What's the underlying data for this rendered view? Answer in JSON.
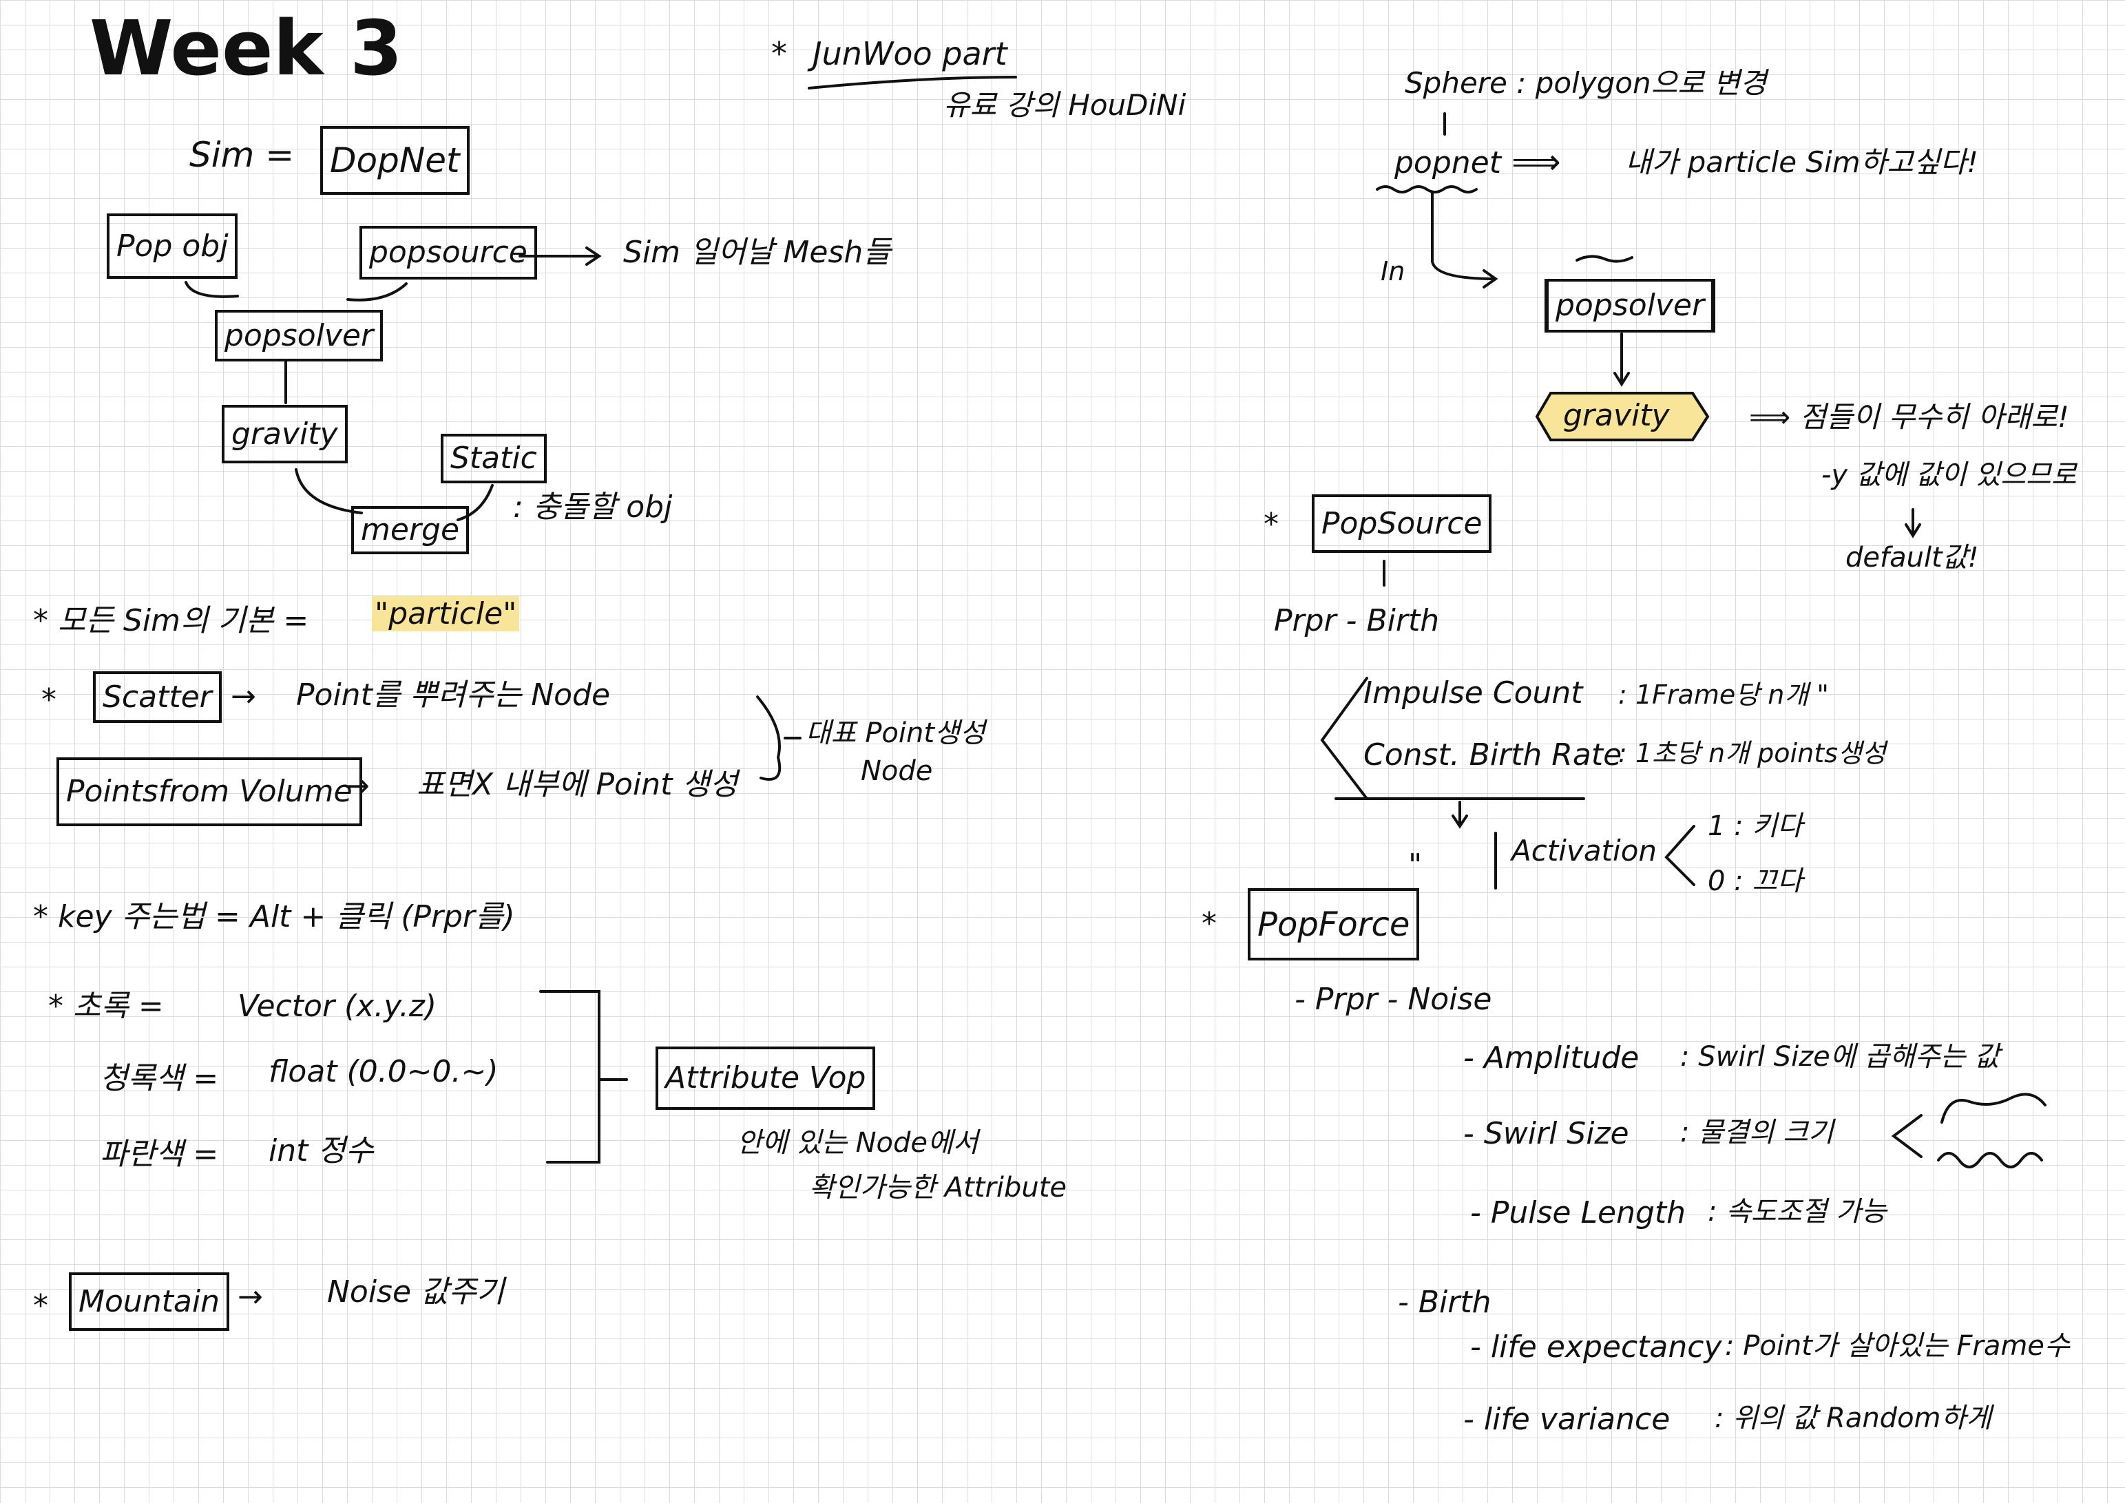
{
  "title": "Week 3",
  "header_note": {
    "bullet": "*",
    "title": "JunWoo part",
    "subtitle": "유료 강의 HouDiNi"
  },
  "left": {
    "sim_eq": {
      "lhs": "Sim =",
      "box": "DopNet"
    },
    "pop_obj": "Pop obj",
    "popsource": "popsource",
    "popsource_note": "Sim 일어날 Mesh들",
    "popsolver": "popsolver",
    "gravity": "gravity",
    "static": "Static",
    "static_note": ": 충돌할 obj",
    "merge": "merge",
    "particle_line": {
      "prefix": "* 모든 Sim의 기본 =",
      "value": "\"particle\""
    },
    "scatter": {
      "bullet": "*",
      "box": "Scatter",
      "arrow": "→",
      "desc": "Point를 뿌려주는 Node"
    },
    "points_from_volume": {
      "box": "Pointsfrom Volume",
      "arrow": "→",
      "desc": "표면X 내부에 Point 생성"
    },
    "rep_node": {
      "line1": "대표 Point생성",
      "line2": "Node"
    },
    "key_line": "* key 주는법 = Alt + 클릭 (Prpr를)",
    "attr": {
      "rows": [
        {
          "label": "* 초록 = ",
          "value": "Vector (x.y.z)"
        },
        {
          "label": "청록색 = ",
          "value": "float (0.0~0.~)"
        },
        {
          "label": "파란색 = ",
          "value": "int 정수"
        }
      ],
      "box": "Attribute Vop",
      "note_line1": "안에 있는 Node에서",
      "note_line2": "확인가능한 Attribute"
    },
    "mountain": {
      "bullet": "*",
      "box": "Mountain",
      "arrow": "→",
      "desc": "Noise 값주기"
    }
  },
  "right": {
    "sphere": "Sphere : polygon으로 변경",
    "popnet": "popnet",
    "popnet_arrow": "⟹",
    "popnet_note": "내가 particle Sim하고싶다!",
    "in_label": "In",
    "popsolver": "popsolver",
    "gravity": "gravity",
    "gravity_note": "⟹ 점들이 무수히 아래로!",
    "y_note": "-y 값에 값이 있으므로",
    "default_note": "default값!",
    "popsource": {
      "bullet": "*",
      "box": "PopSource"
    },
    "birth": "Prpr - Birth",
    "impulse": {
      "label": "Impulse Count",
      "desc": ": 1Frame당 n개 \""
    },
    "const_birth": {
      "label": "Const. Birth Rate",
      "desc": ": 1초당 n개 points생성"
    },
    "activation": {
      "quote": "\"",
      "label": "Activation",
      "one": "1 : 키다",
      "zero": "0 : 끄다"
    },
    "popforce": {
      "bullet": "*",
      "box": "PopForce"
    },
    "noise": "- Prpr - Noise",
    "amplitude": {
      "label": "- Amplitude",
      "desc": ": Swirl Size에 곱해주는 값"
    },
    "swirl": {
      "label": "- Swirl Size",
      "desc": ": 물결의 크기"
    },
    "pulse": {
      "label": "- Pulse Length",
      "desc": ": 속도조절 가능"
    },
    "birth2": "- Birth",
    "life_exp": {
      "label": "- life expectancy",
      "desc": ": Point가 살아있는 Frame수"
    },
    "life_var": {
      "label": "- life variance",
      "desc": ": 위의 값 Random하게"
    }
  }
}
